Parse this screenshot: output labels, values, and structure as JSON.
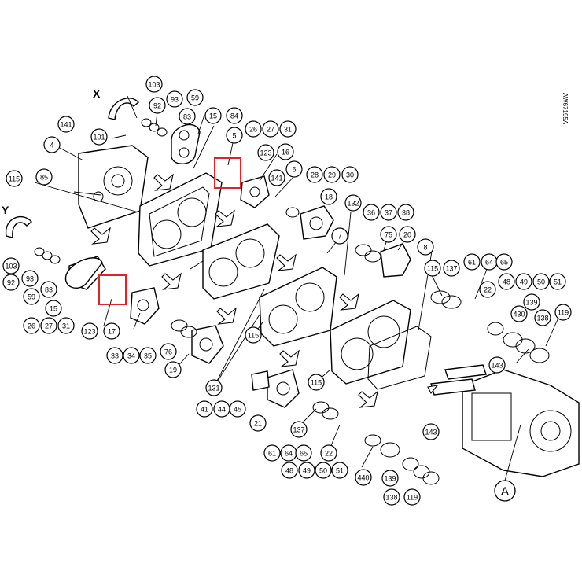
{
  "diagram": {
    "view_labels": [
      "X",
      "Y"
    ],
    "assembly_label": "A",
    "drawing_code": "AW67195A",
    "highlight_color": "#d9262b",
    "callouts": [
      "103",
      "92",
      "93",
      "59",
      "141",
      "101",
      "83",
      "15",
      "4",
      "84",
      "5",
      "26",
      "27",
      "31",
      "123",
      "16",
      "85",
      "115",
      "141",
      "6",
      "28",
      "29",
      "30",
      "18",
      "132",
      "103",
      "92",
      "93",
      "83",
      "59",
      "15",
      "26",
      "27",
      "31",
      "123",
      "17",
      "36",
      "37",
      "38",
      "75",
      "20",
      "7",
      "8",
      "61",
      "64",
      "65",
      "115",
      "137",
      "22",
      "48",
      "49",
      "50",
      "51",
      "115",
      "139",
      "430",
      "138",
      "119",
      "76",
      "19",
      "33",
      "34",
      "35",
      "131",
      "115",
      "143",
      "41",
      "44",
      "45",
      "21",
      "137",
      "61",
      "64",
      "65",
      "22",
      "48",
      "49",
      "50",
      "51",
      "440",
      "143",
      "139",
      "138",
      "119"
    ]
  }
}
